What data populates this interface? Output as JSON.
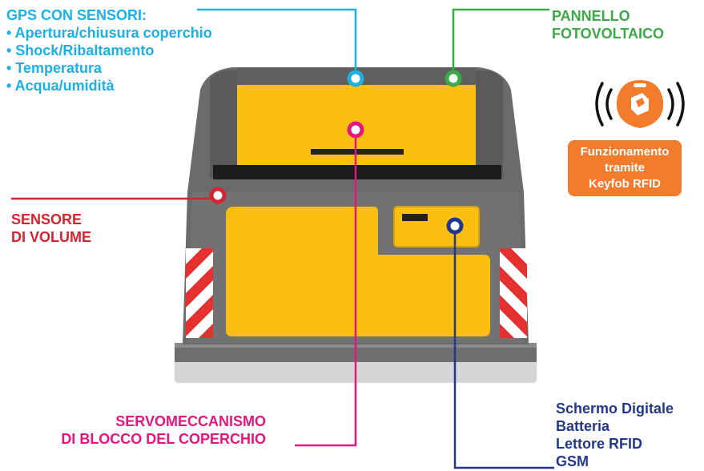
{
  "gps": {
    "title": "GPS CON SENSORI:",
    "items": [
      "• Apertura/chiusura coperchio",
      "• Shock/Ribaltamento",
      "• Temperatura",
      "• Acqua/umidità"
    ]
  },
  "solar": {
    "line1": "PANNELLO",
    "line2": "FOTOVOLTAICO"
  },
  "volume": {
    "line1": "SENSORE",
    "line2": "DI VOLUME"
  },
  "lock": {
    "line1": "SERVOMECCANISMO",
    "line2": "DI BLOCCO DEL COPERCHIO"
  },
  "electronics": {
    "items": [
      "Schermo Digitale",
      "Batteria",
      "Lettore RFID",
      "GSM"
    ]
  },
  "rfid": {
    "line1": "Funzionamento",
    "line2": "tramite",
    "line3": "Keyfob RFID"
  },
  "colors": {
    "gps": "#1bb0e6",
    "solar": "#3aaa49",
    "volume": "#d62330",
    "lock": "#e5177e",
    "electronics": "#23388c",
    "rfid": "#f37c2c",
    "bin_yellow": "#fbbf12",
    "bin_grey": "#6b6b6b"
  }
}
